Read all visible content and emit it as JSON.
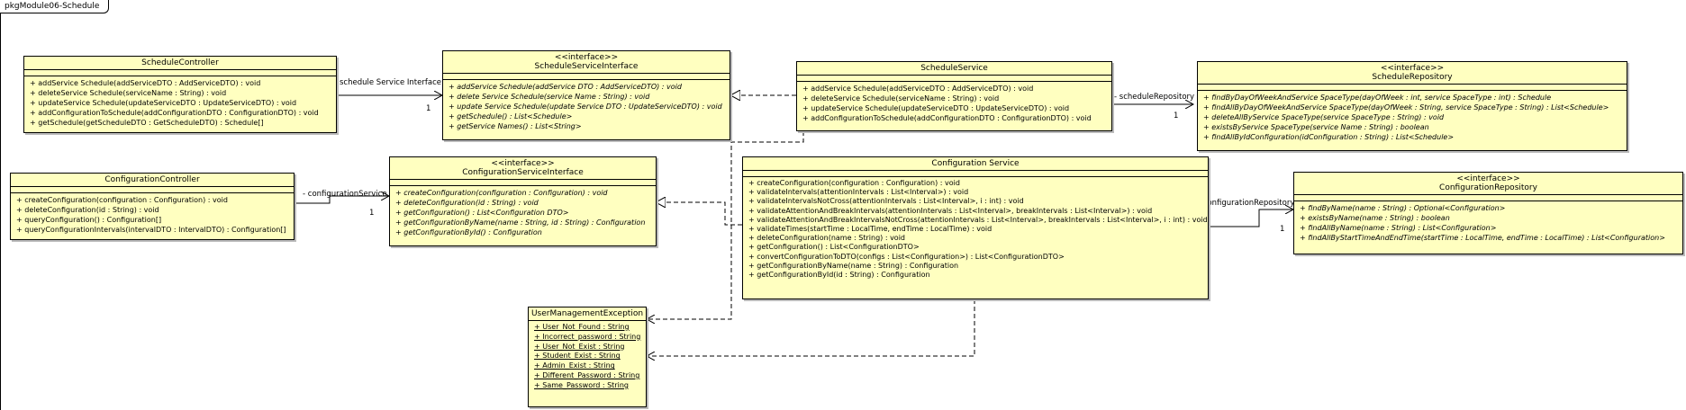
{
  "frame": {
    "title": "pkgModule06-Schedule"
  },
  "classes": {
    "schedule_controller": {
      "name": "ScheduleController",
      "ops": [
        "+ addService Schedule(addServiceDTO : AddServiceDTO) : void",
        "+ deleteService Schedule(serviceName : String) : void",
        "+ updateService Schedule(updateServiceDTO : UpdateServiceDTO) : void",
        "+ addConfigurationToSchedule(addConfigurationDTO : ConfigurationDTO) : void",
        "+ getSchedule(getScheduleDTO : GetScheduleDTO) : Schedule[]"
      ]
    },
    "schedule_service_interface": {
      "stereotype": "<<interface>>",
      "name": "ScheduleServiceInterface",
      "ops": [
        "+ addService Schedule(addService DTO : AddServiceDTO) : void",
        "+ delete Service Schedule(service Name : String) : void",
        "+ update Service Schedule(update Service DTO : UpdateServiceDTO) : void",
        "+ getSchedule() : List<Schedule>",
        "+ getService Names() : List<String>"
      ]
    },
    "schedule_service": {
      "name": "ScheduleService",
      "ops": [
        "+ addService Schedule(addServiceDTO : AddServiceDTO) : void",
        "+ deleteService Schedule(serviceName : String) : void",
        "+ updateService Schedule(updateServiceDTO : UpdateServiceDTO) : void",
        "+ addConfigurationToSchedule(addConfigurationDTO : ConfigurationDTO) : void"
      ]
    },
    "schedule_repository": {
      "stereotype": "<<interface>>",
      "name": "ScheduleRepository",
      "ops": [
        "+ findByDayOfWeekAndService SpaceType(dayOfWeek : int, service SpaceType : int) : Schedule",
        "+ findAllByDayOfWeekAndService SpaceType(dayOfWeek : String, service SpaceType : String) : List<Schedule>",
        "+ deleteAllByService SpaceType(service SpaceType : String) : void",
        "+ existsByService SpaceType(service Name : String) : boolean",
        "+ findAllByIdConfiguration(idConfiguration : String) : List<Schedule>"
      ]
    },
    "configuration_controller": {
      "name": "ConfigurationController",
      "ops": [
        "+ createConfiguration(configuration : Configuration) : void",
        "+ deleteConfiguration(id : String) : void",
        "+ queryConfiguration() : Configuration[]",
        "+ queryConfigurationIntervals(intervalDTO : IntervalDTO) : Configuration[]"
      ]
    },
    "configuration_service_interface": {
      "stereotype": "<<interface>>",
      "name": "ConfigurationServiceInterface",
      "ops": [
        "+ createConfiguration(configuration : Configuration) : void",
        "+ deleteConfiguration(id : String) : void",
        "+ getConfiguration() : List<Configuration DTO>",
        "+ getConfigurationByName(name : String, id : String) : Configuration",
        "+ getConfigurationById() : Configuration"
      ]
    },
    "configuration_service": {
      "name": "Configuration Service",
      "ops": [
        "+ createConfiguration(configuration : Configuration) : void",
        "+ validateIntervals(attentionIntervals : List<Interval>) : void",
        "+ validateIntervalsNotCross(attentionIntervals : List<Interval>, i : int) : void",
        "+ validateAttentionAndBreakIntervals(attentionIntervals : List<Interval>, breakIntervals : List<Interval>) : void",
        "+ validateAttentionAndBreakIntervalsNotCross(attentionIntervals : List<Interval>, breakIntervals : List<Interval>, i : int) : void",
        "+ validateTimes(startTime : LocalTime, endTime : LocalTime) : void",
        "+ deleteConfiguration(name : String) : void",
        "+ getConfiguration() : List<ConfigurationDTO>",
        "+ convertConfigurationToDTO(configs : List<Configuration>) : List<ConfigurationDTO>",
        "+ getConfigurationByName(name : String) : Configuration",
        "+ getConfigurationById(id : String) : Configuration"
      ]
    },
    "configuration_repository": {
      "stereotype": "<<interface>>",
      "name": "ConfigurationRepository",
      "ops": [
        "+ findByName(name : String) : Optional<Configuration>",
        "+ existsByName(name : String) : boolean",
        "+ findAllByName(name : String) : List<Configuration>",
        "+ findAllByStartTimeAndEndTime(startTime : LocalTime, endTime : LocalTime) : List<Configuration>"
      ]
    },
    "user_management_exception": {
      "name": "UserManagementException",
      "attrs": [
        "+ User_Not_Found : String",
        "+ Incorrect_password : String",
        "+ User_Not_Exist : String",
        "+ Student_Exist : String",
        "+ Admin_Exist : String",
        "+ Different_Password : String",
        "+ Same_Password : String"
      ]
    }
  },
  "associations": {
    "schedule_service_interface": {
      "role": "schedule Service Interface",
      "multiplicity": "1"
    },
    "schedule_repository": {
      "role": "- scheduleRepository",
      "multiplicity": "1"
    },
    "configuration_service": {
      "role": "- configurationService",
      "multiplicity": "1"
    },
    "configuration_repository": {
      "role": "- configurationRepository",
      "multiplicity": "1"
    }
  },
  "colors": {
    "class_fill": "#ffffc0",
    "line": "#000000"
  }
}
